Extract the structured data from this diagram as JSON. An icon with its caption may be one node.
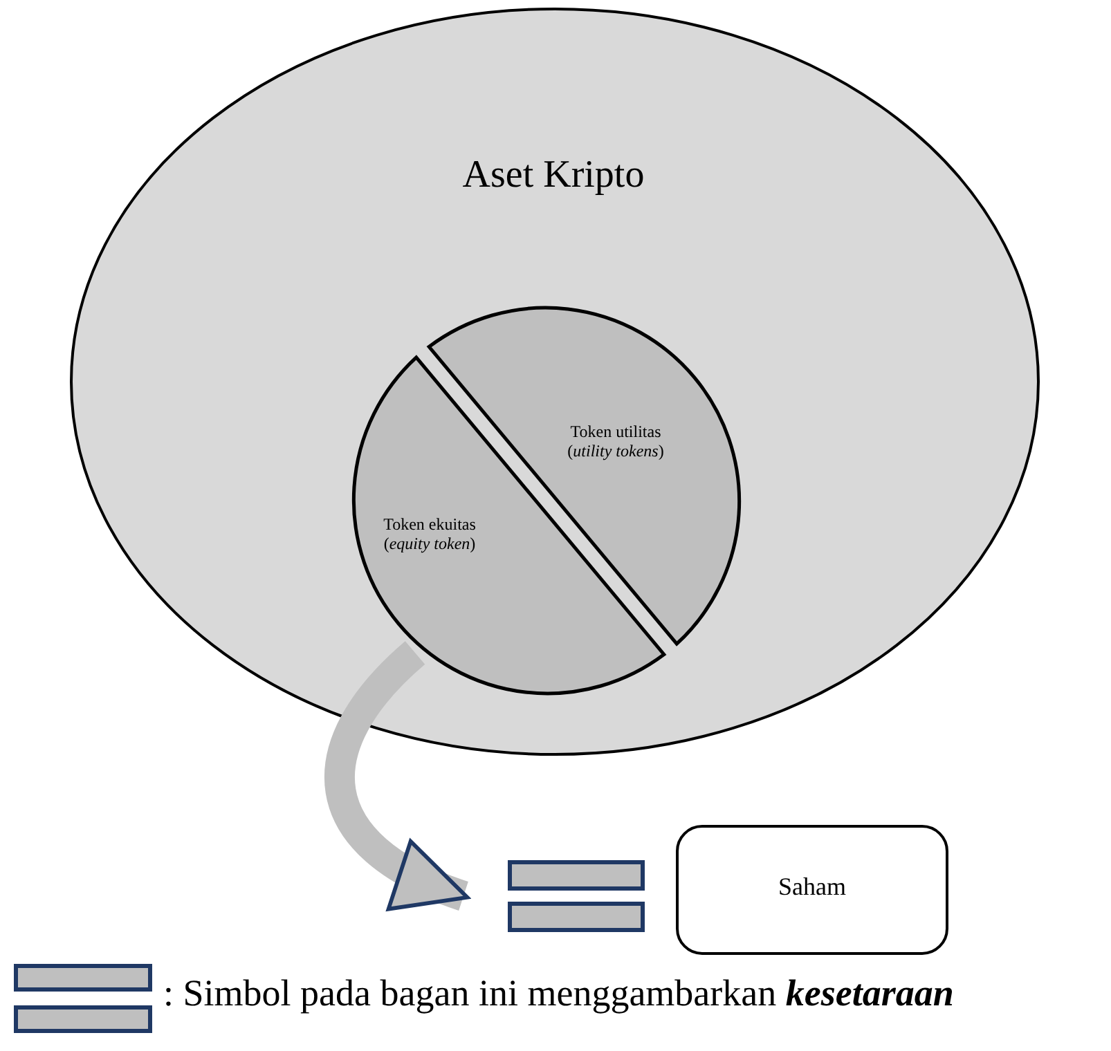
{
  "diagram": {
    "nodes": [
      {
        "text": [
          "Aset Kripto"
        ]
      },
      {
        "text": [
          "Token utilitas (*utility tokens*)"
        ],
        "in": 0
      },
      {
        "text": [
          "Token ekuitas (*equity token*)"
        ],
        "in": 0
      },
      {
        "text": [],
        "shape": "bar"
      },
      {
        "text": [
          "Saham"
        ]
      }
    ],
    "edges": [
      {
        "from": 2,
        "to": 3,
        "arrow": "to"
      }
    ],
    "legend": [
      {
        "text": ": Simbol pada bagan ini menggambarkan **kesetaraan**"
      }
    ]
  }
}
